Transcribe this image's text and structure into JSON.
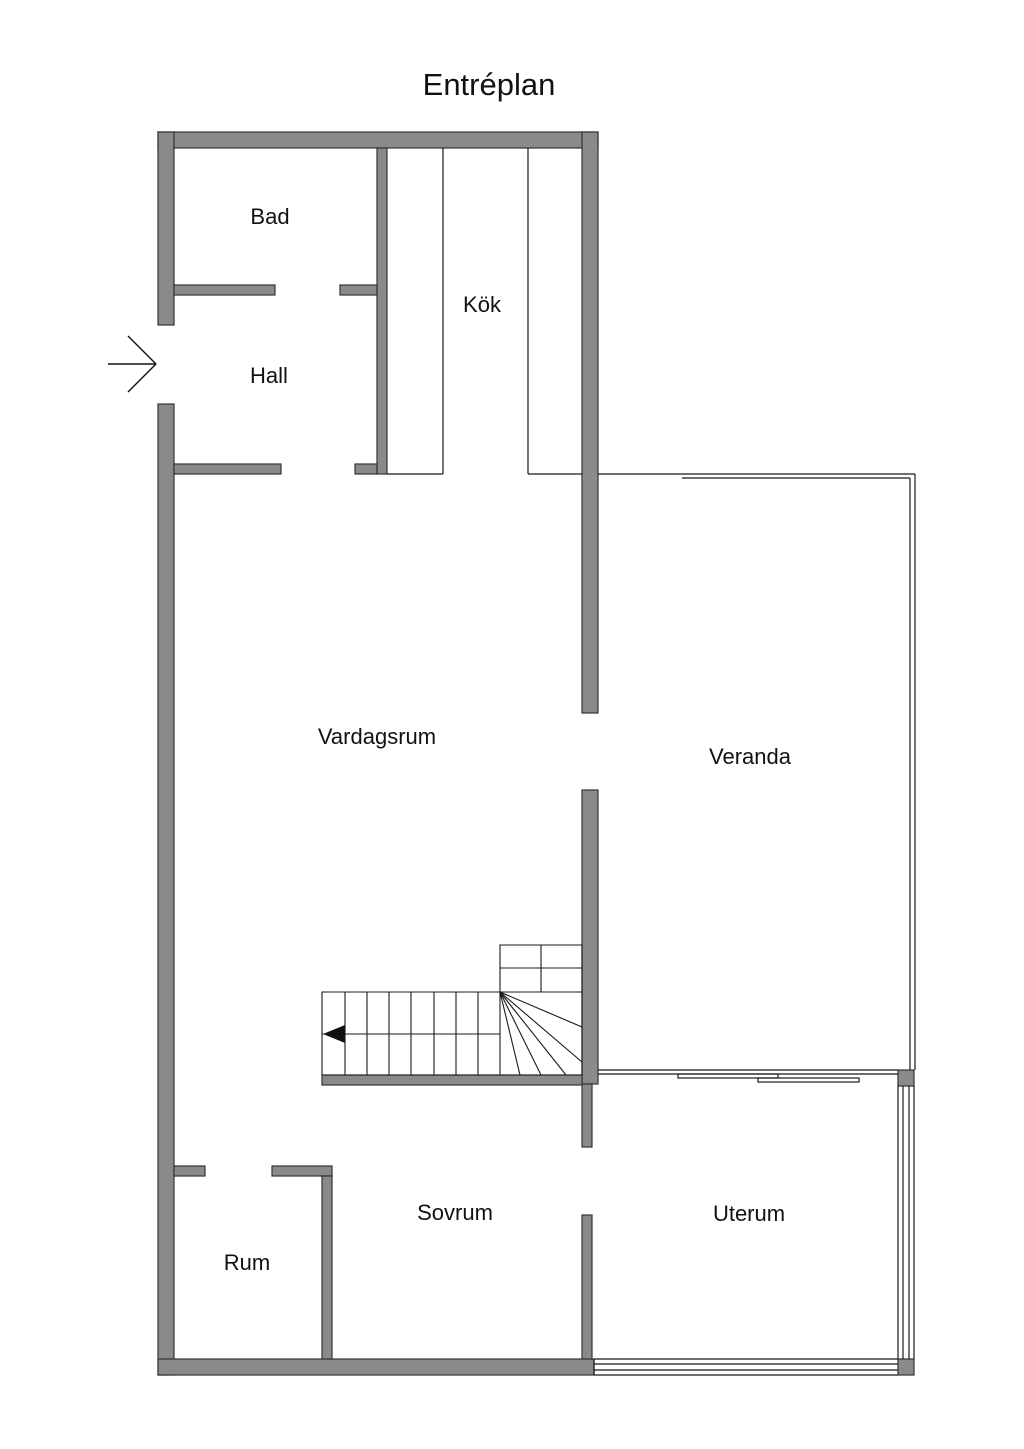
{
  "title": "Entréplan",
  "rooms": {
    "bad": "Bad",
    "hall": "Hall",
    "kok": "Kök",
    "vardagsrum": "Vardagsrum",
    "veranda": "Veranda",
    "sovrum": "Sovrum",
    "uterum": "Uterum",
    "rum": "Rum"
  },
  "colors": {
    "wall": "#8a8a8a",
    "wall_outline": "#333333",
    "line": "#1a1a1a",
    "background": "#ffffff"
  },
  "icons": {
    "entrance": "entrance-arrow-icon",
    "stair_direction": "stair-direction-arrow-icon"
  }
}
